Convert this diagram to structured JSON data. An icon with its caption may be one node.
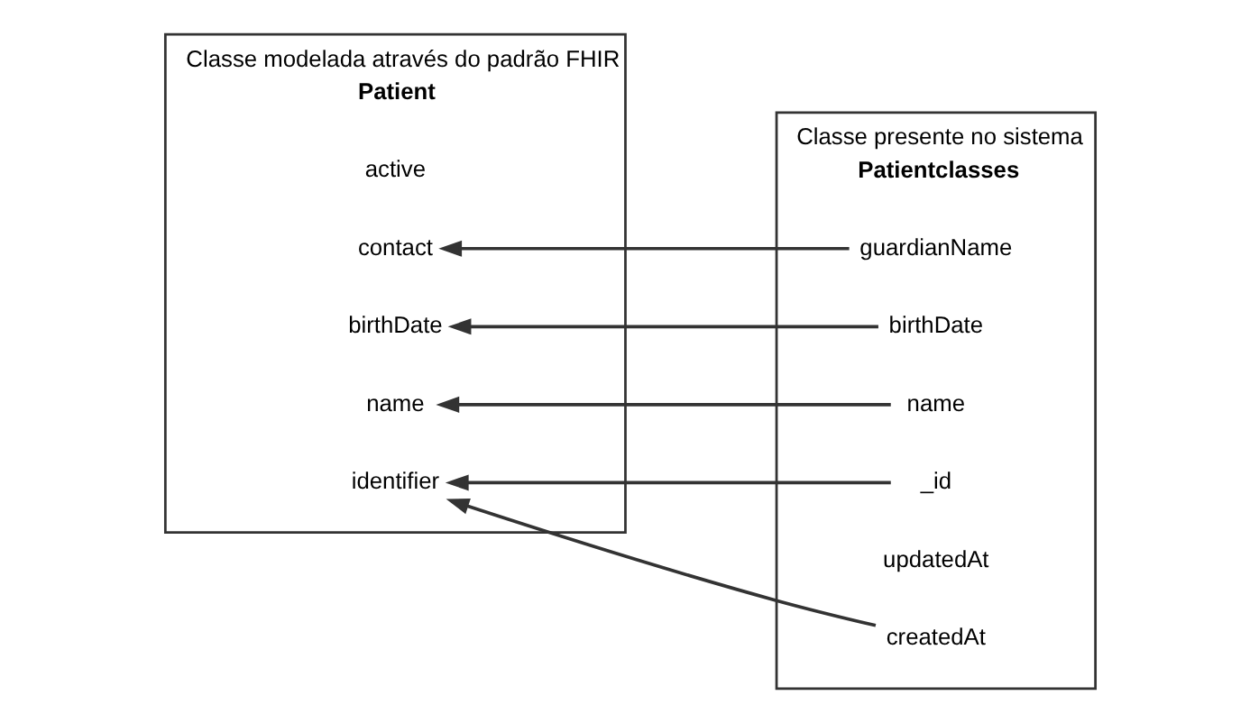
{
  "diagram": {
    "nodes": [
      {
        "text": [
          "Patient"
        ],
        "beside": [
          "Classe modelada através do padrão FHIR"
        ]
      },
      {
        "text": [
          "identifier"
        ],
        "in": 0
      },
      {
        "text": [
          "name"
        ],
        "in": 0
      },
      {
        "text": [
          "birthDate"
        ],
        "in": 0
      },
      {
        "text": [
          "contact"
        ],
        "in": 0
      },
      {
        "text": [
          "active"
        ],
        "in": 0
      },
      {
        "text": [
          "Patientclasses"
        ],
        "beside": [
          "Classe presente no sistema"
        ]
      },
      {
        "text": [
          "createdAt"
        ],
        "in": 6
      },
      {
        "text": [
          "updatedAt"
        ],
        "in": 6
      },
      {
        "text": [
          "_id"
        ],
        "in": 6
      },
      {
        "text": [
          "name"
        ],
        "in": 6
      },
      {
        "text": [
          "birthDate"
        ],
        "in": 6
      },
      {
        "text": [
          "guardianName"
        ],
        "in": 6
      }
    ],
    "edges": [
      {
        "from": 7,
        "to": 1,
        "arrow": "to"
      },
      {
        "from": 9,
        "to": 1,
        "arrow": "to"
      },
      {
        "from": 10,
        "to": 2,
        "arrow": "to"
      },
      {
        "from": 11,
        "to": 3,
        "arrow": "to"
      },
      {
        "from": 12,
        "to": 4,
        "arrow": "to"
      }
    ]
  }
}
